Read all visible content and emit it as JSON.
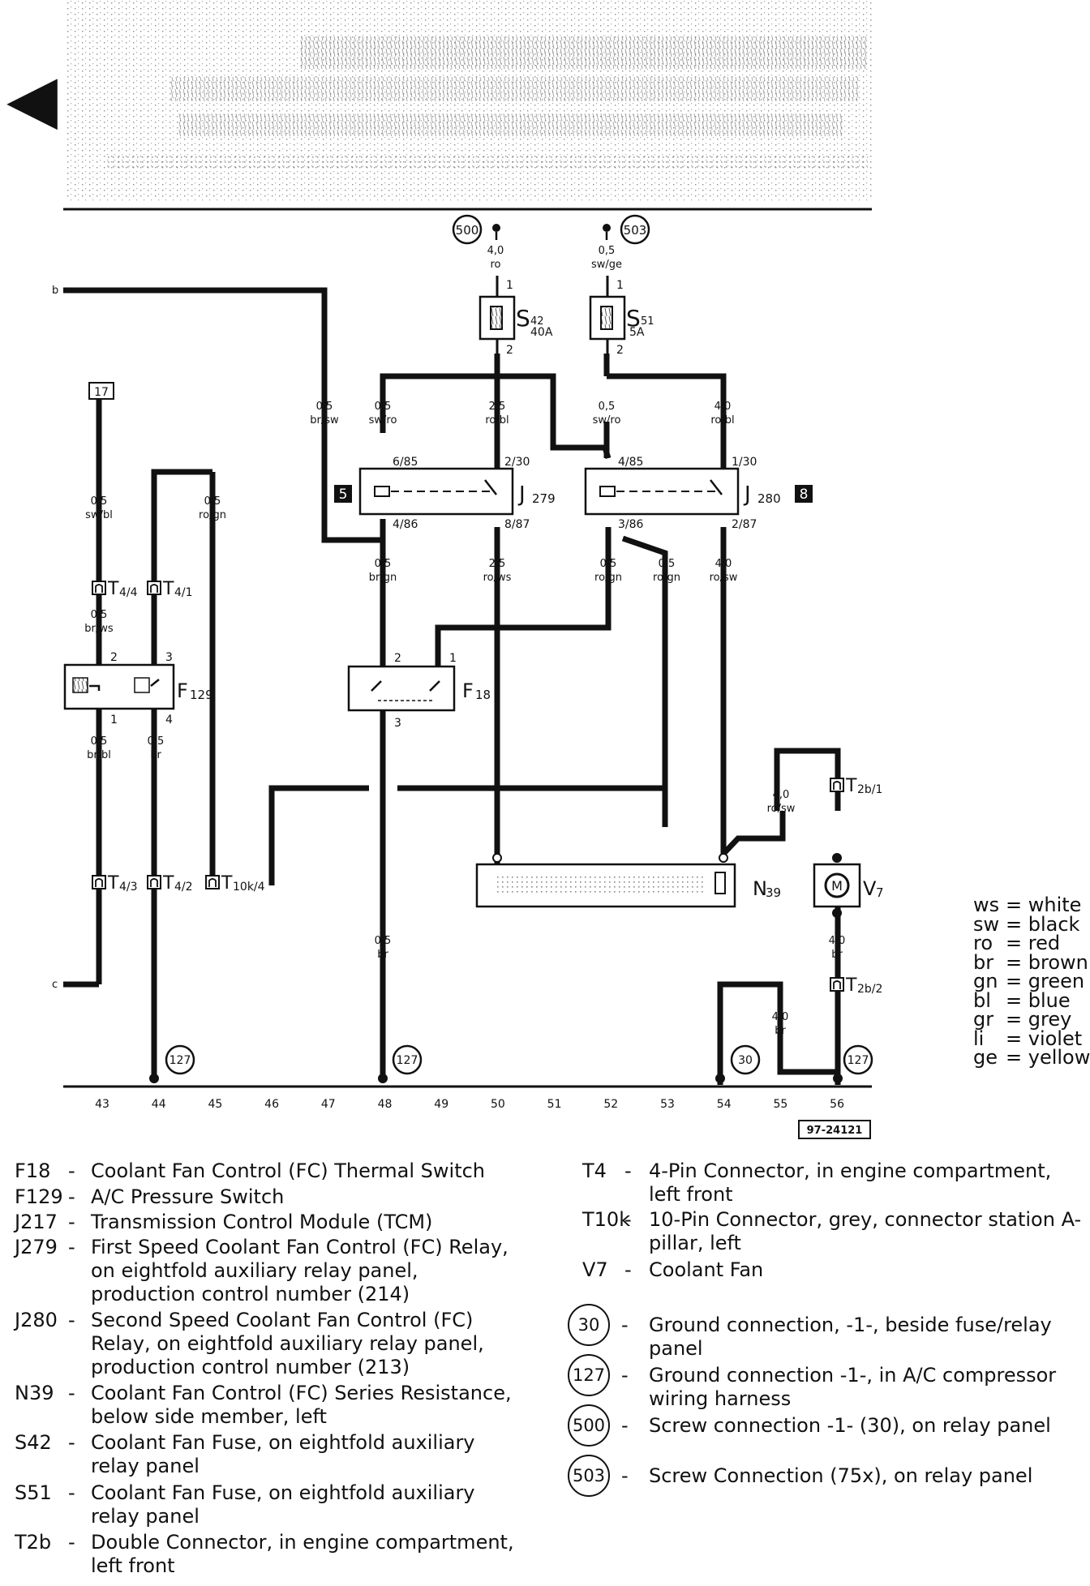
{
  "header_marker": "◀",
  "ref_code": "97-24121",
  "ground_markers": {
    "g500": "500",
    "g503": "503",
    "g127": "127",
    "g30": "30"
  },
  "components": {
    "S42": {
      "name": "S",
      "sub": "42",
      "rating": "40A"
    },
    "S51": {
      "name": "S",
      "sub": "51",
      "rating": "5A"
    },
    "J279": {
      "name": "J",
      "sub": "279",
      "box": "5"
    },
    "J280": {
      "name": "J",
      "sub": "280",
      "box": "8"
    },
    "F129": {
      "name": "F",
      "sub": "129"
    },
    "F18": {
      "name": "F",
      "sub": "18"
    },
    "N39": {
      "name": "N",
      "sub": "39"
    },
    "V7": {
      "name": "V",
      "sub": "7",
      "motor": "M"
    },
    "box17": "17"
  },
  "connectors": {
    "T4_4": {
      "name": "T",
      "sub": "4/4"
    },
    "T4_1": {
      "name": "T",
      "sub": "4/1"
    },
    "T4_3": {
      "name": "T",
      "sub": "4/3"
    },
    "T4_2": {
      "name": "T",
      "sub": "4/2"
    },
    "T10k_4": {
      "name": "T",
      "sub": "10k/4"
    },
    "T2b_1": {
      "name": "T",
      "sub": "2b/1"
    },
    "T2b_2": {
      "name": "T",
      "sub": "2b/2"
    }
  },
  "wire_labels": [
    {
      "id": "w1",
      "gauge": "4,0",
      "color": "ro"
    },
    {
      "id": "w2",
      "gauge": "0,5",
      "color": "sw/ge"
    },
    {
      "id": "w3",
      "gauge": "0,5",
      "color": "br/sw"
    },
    {
      "id": "w4",
      "gauge": "0,5",
      "color": "sw/ro"
    },
    {
      "id": "w5",
      "gauge": "2,5",
      "color": "ro/bl"
    },
    {
      "id": "w6",
      "gauge": "0,5",
      "color": "sw/ro"
    },
    {
      "id": "w7",
      "gauge": "4,0",
      "color": "ro/bl"
    },
    {
      "id": "w8",
      "gauge": "0,5",
      "color": "sw/bl"
    },
    {
      "id": "w9",
      "gauge": "0,5",
      "color": "ro/gn"
    },
    {
      "id": "w10",
      "gauge": "0,5",
      "color": "br/gn"
    },
    {
      "id": "w11",
      "gauge": "2,5",
      "color": "ro/ws"
    },
    {
      "id": "w12",
      "gauge": "0,5",
      "color": "ro/gn"
    },
    {
      "id": "w13",
      "gauge": "0,5",
      "color": "ro/gn"
    },
    {
      "id": "w14",
      "gauge": "4,0",
      "color": "ro/sw"
    },
    {
      "id": "w15",
      "gauge": "0,5",
      "color": "br/ws"
    },
    {
      "id": "w16",
      "gauge": "0,5",
      "color": "br/bl"
    },
    {
      "id": "w17",
      "gauge": "0,5",
      "color": "br"
    },
    {
      "id": "w18",
      "gauge": "4,0",
      "color": "ro/sw"
    },
    {
      "id": "w19",
      "gauge": "0,5",
      "color": "br"
    },
    {
      "id": "w20",
      "gauge": "4,0",
      "color": "br"
    },
    {
      "id": "w21",
      "gauge": "4,0",
      "color": "br"
    }
  ],
  "pin_labels": {
    "s42_1": "1",
    "s42_2": "2",
    "s51_1": "1",
    "s51_2": "2",
    "j279_top_l": "6/85",
    "j279_top_r": "2/30",
    "j279_bot_l": "4/86",
    "j279_bot_r": "8/87",
    "j280_top_l": "4/85",
    "j280_top_r": "1/30",
    "j280_bot_l": "3/86",
    "j280_bot_r": "2/87",
    "f129_2": "2",
    "f129_3": "3",
    "f129_1": "1",
    "f129_4": "4",
    "f18_2": "2",
    "f18_1": "1",
    "f18_3": "3"
  },
  "side_refs": {
    "b": "b",
    "c": "c"
  },
  "bottom_numbers": [
    "43",
    "44",
    "45",
    "46",
    "47",
    "48",
    "49",
    "50",
    "51",
    "52",
    "53",
    "54",
    "55",
    "56"
  ],
  "color_key": [
    {
      "abbr": "ws",
      "name": "white"
    },
    {
      "abbr": "sw",
      "name": "black"
    },
    {
      "abbr": "ro",
      "name": "red"
    },
    {
      "abbr": "br",
      "name": "brown"
    },
    {
      "abbr": "gn",
      "name": "green"
    },
    {
      "abbr": "bl",
      "name": "blue"
    },
    {
      "abbr": "gr",
      "name": "grey"
    },
    {
      "abbr": "li",
      "name": "violet"
    },
    {
      "abbr": "ge",
      "name": "yellow"
    }
  ],
  "legend_left": [
    {
      "code": "F18",
      "text": "Coolant Fan Control (FC) Thermal Switch"
    },
    {
      "code": "F129",
      "text": "A/C Pressure Switch"
    },
    {
      "code": "J217",
      "text": "Transmission Control Module (TCM)"
    },
    {
      "code": "J279",
      "text": "First Speed Coolant Fan Control (FC) Relay, on eightfold auxiliary relay panel, production control number (214)"
    },
    {
      "code": "J280",
      "text": "Second Speed Coolant Fan Control (FC) Relay, on eightfold auxiliary relay panel, production control number (213)"
    },
    {
      "code": "N39",
      "text": "Coolant Fan Control (FC) Series Resistance, below side member, left"
    },
    {
      "code": "S42",
      "text": "Coolant Fan Fuse, on eightfold auxiliary relay panel"
    },
    {
      "code": "S51",
      "text": "Coolant Fan Fuse, on eightfold auxiliary relay panel"
    },
    {
      "code": "T2b",
      "text": "Double Connector, in engine compartment, left front"
    }
  ],
  "legend_right": [
    {
      "code": "T4",
      "text": "4-Pin Connector, in engine compartment, left front"
    },
    {
      "code": "T10k",
      "text": "10-Pin Connector, grey, connector station A-pillar, left"
    },
    {
      "code": "V7",
      "text": "Coolant Fan"
    }
  ],
  "legend_grounds": [
    {
      "code": "30",
      "text": "Ground connection, -1-, beside fuse/relay panel"
    },
    {
      "code": "127",
      "text": "Ground connection -1-, in A/C compressor wiring harness"
    },
    {
      "code": "500",
      "text": "Screw connection -1- (30), on relay panel"
    },
    {
      "code": "503",
      "text": "Screw Connection (75x), on relay panel"
    }
  ],
  "dash": "-"
}
